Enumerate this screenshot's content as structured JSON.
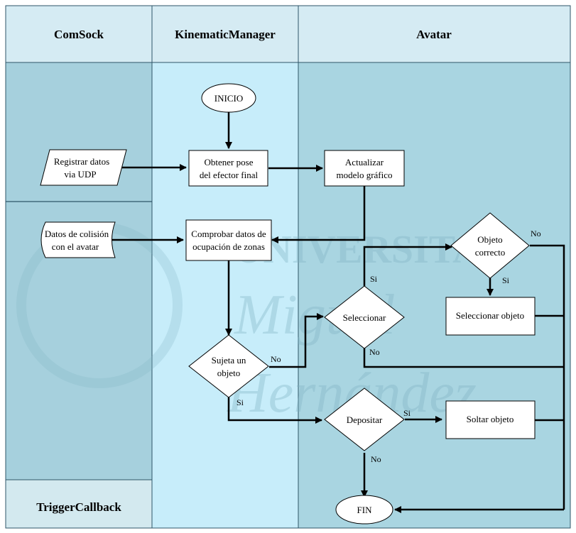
{
  "lanes": {
    "comsock": "ComSock",
    "kinematic": "KinematicManager",
    "avatar": "Avatar",
    "trigger": "TriggerCallback"
  },
  "watermark": {
    "line1": "UNIVERSITAS",
    "line2": "Miguel",
    "line3": "Hernández"
  },
  "nodes": {
    "inicio": "INICIO",
    "registrar": [
      "Registrar datos",
      "via UDP"
    ],
    "obtener": [
      "Obtener pose",
      "del efector final"
    ],
    "actualizar": [
      "Actualizar",
      "modelo gráfico"
    ],
    "colision": [
      "Datos de colisión",
      "con el avatar"
    ],
    "comprobar": [
      "Comprobar datos de",
      "ocupación de zonas"
    ],
    "objeto_correcto": [
      "Objeto",
      "correcto"
    ],
    "seleccionar_objeto": "Seleccionar objeto",
    "seleccionar": "Seleccionar",
    "sujeta": [
      "Sujeta un",
      "objeto"
    ],
    "depositar": "Depositar",
    "soltar": "Soltar objeto",
    "fin": "FIN"
  },
  "edge_labels": {
    "no_correcto": "No",
    "si_correcto": "Si",
    "si_seleccionar": "Si",
    "no_seleccionar": "No",
    "no_sujeta": "No",
    "si_sujeta": "Si",
    "si_depositar": "Si",
    "no_depositar": "No"
  },
  "colors": {
    "header_bg": "#d5ebf3",
    "comsock_bg": "#a6d0dd",
    "kinematic_bg": "#c7edfa",
    "avatar_bg": "#a9d5e1",
    "trigger_bg": "#d3e9ef",
    "border": "#2f5668",
    "node_fill": "#ffffff",
    "line": "#000000"
  }
}
